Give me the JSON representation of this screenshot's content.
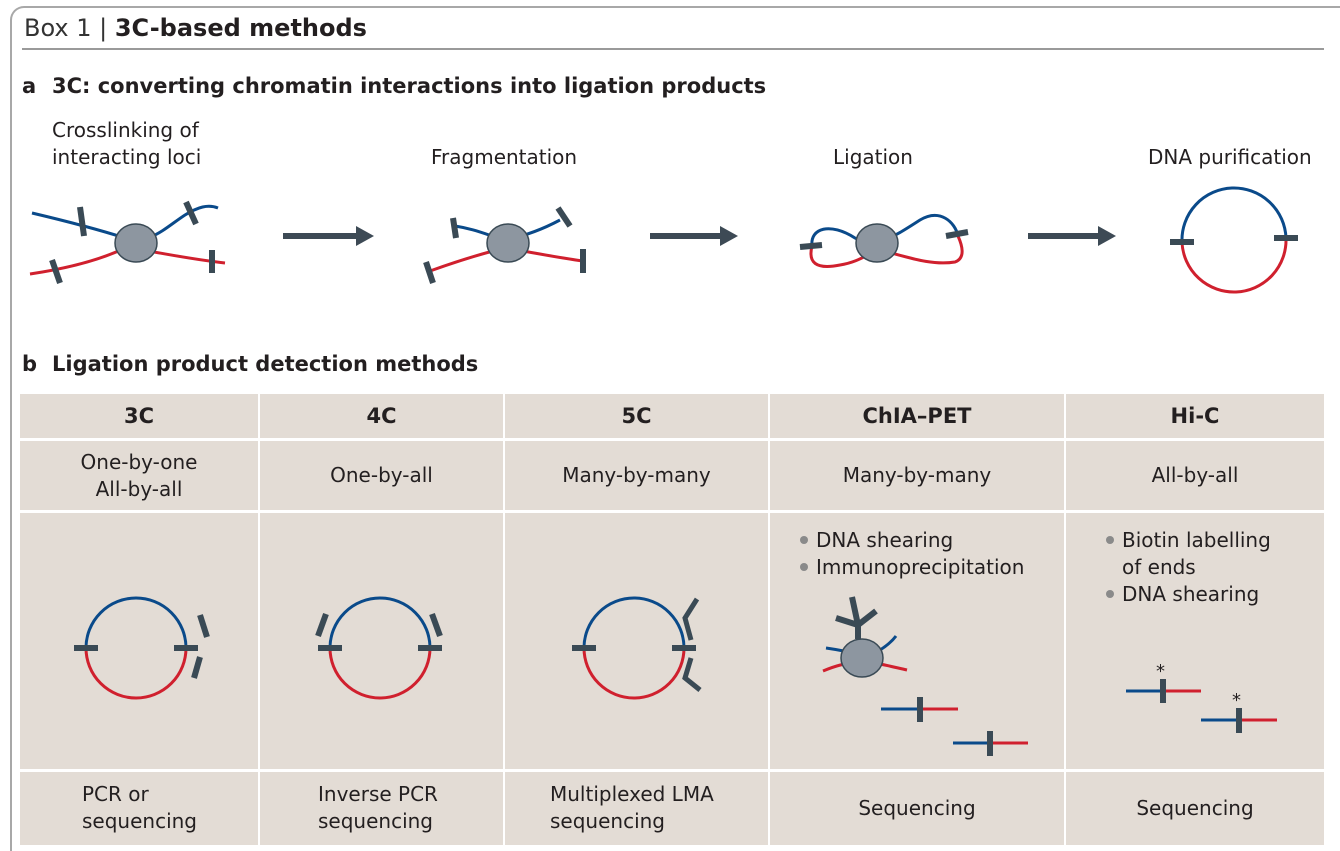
{
  "box": {
    "prefix": "Box 1 | ",
    "title": "3C-based methods"
  },
  "section_a": {
    "letter": "a",
    "title": "3C: converting chromatin interactions into ligation products",
    "steps": [
      {
        "line1": "Crosslinking of",
        "line2": "interacting loci"
      },
      {
        "line1": "Fragmentation"
      },
      {
        "line1": "Ligation"
      },
      {
        "line1": "DNA purification"
      }
    ]
  },
  "section_b": {
    "letter": "b",
    "title": "Ligation product detection methods",
    "columns": [
      {
        "name": "3C",
        "scope": [
          "One-by-one",
          "All-by-all"
        ],
        "detection": [
          "PCR or",
          "sequencing"
        ]
      },
      {
        "name": "4C",
        "scope": [
          "One-by-all"
        ],
        "detection": [
          "Inverse PCR",
          "sequencing"
        ]
      },
      {
        "name": "5C",
        "scope": [
          "Many-by-many"
        ],
        "detection": [
          "Multiplexed LMA",
          "sequencing"
        ]
      },
      {
        "name": "ChIA–PET",
        "scope": [
          "Many-by-many"
        ],
        "steps": [
          "DNA shearing",
          "Immunoprecipitation"
        ],
        "detection": [
          "Sequencing"
        ]
      },
      {
        "name": "Hi-C",
        "scope": [
          "All-by-all"
        ],
        "steps": [
          "Biotin labelling",
          "of ends",
          "DNA shearing"
        ],
        "detection": [
          "Sequencing"
        ]
      }
    ],
    "asterisk": "*"
  },
  "colors": {
    "blue_strand": "#0a4a8a",
    "red_strand": "#d0202e",
    "marker": "#3a4a55",
    "protein": "#8d96a0",
    "arrow": "#3d4a55",
    "table_bg": "#e3dcd5"
  }
}
